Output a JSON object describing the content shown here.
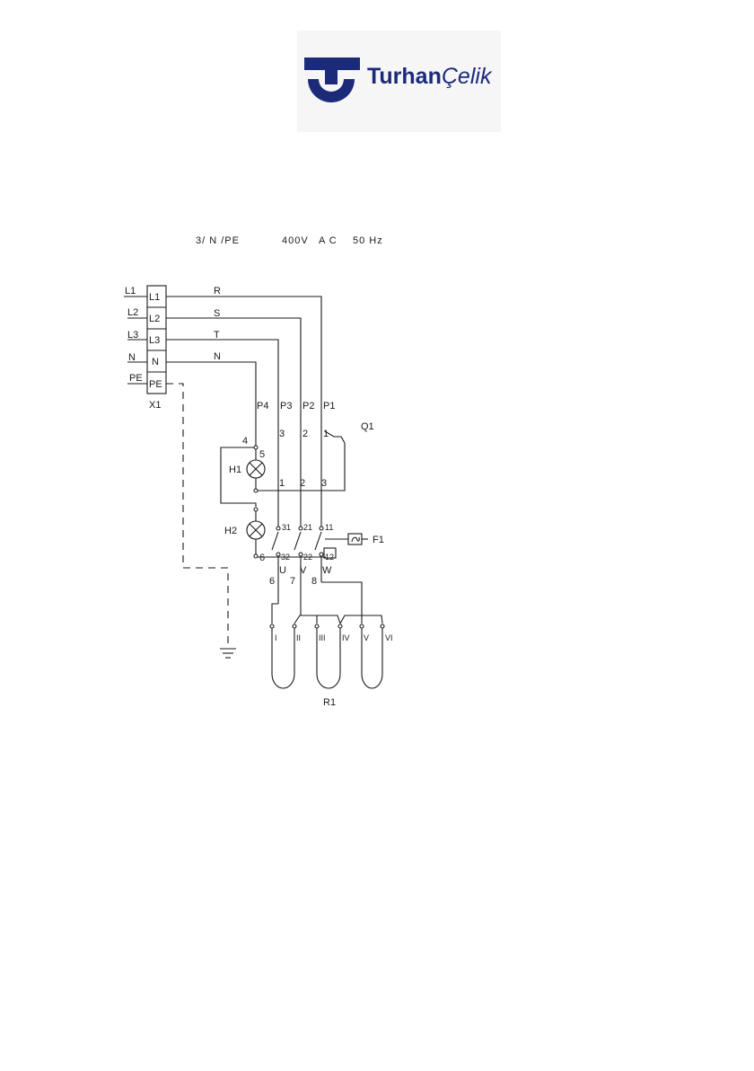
{
  "logo": {
    "brand_bold": "Turhan",
    "brand_light": "Çelik",
    "mark_color": "#1c2a7a"
  },
  "supply": {
    "system": "3/ N /PE",
    "voltage": "400V",
    "type": "A C",
    "frequency": "50 Hz"
  },
  "terminal_block": {
    "name": "X1",
    "lines": [
      {
        "outer": "L1",
        "inner": "L1",
        "wire": "R"
      },
      {
        "outer": "L2",
        "inner": "L2",
        "wire": "S"
      },
      {
        "outer": "L3",
        "inner": "L3",
        "wire": "T"
      },
      {
        "outer": "N",
        "inner": "N",
        "wire": "N"
      },
      {
        "outer": "PE",
        "inner": "PE",
        "wire": ""
      }
    ]
  },
  "conductors": [
    "P4",
    "P3",
    "P2",
    "P1"
  ],
  "switch": {
    "name": "Q1",
    "top_contacts": [
      "3",
      "2",
      "1"
    ],
    "bottom_contacts": [
      "1",
      "2",
      "3"
    ],
    "n_upper": "4",
    "n_lower": "5"
  },
  "lamps": [
    "H1",
    "H2"
  ],
  "thermostat": {
    "name": "F1",
    "top": [
      "31",
      "21",
      "11"
    ],
    "bottom": [
      "32",
      "22",
      "12"
    ],
    "lamp_node": "6"
  },
  "phases": [
    "U",
    "V",
    "W"
  ],
  "wire_numbers": [
    "6",
    "7",
    "8"
  ],
  "heater": {
    "name": "R1",
    "terminals": [
      "I",
      "II",
      "III",
      "IV",
      "V",
      "VI"
    ]
  }
}
